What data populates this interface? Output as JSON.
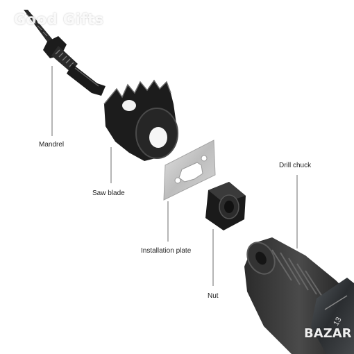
{
  "watermark": "Good Gifts",
  "corner_logo": "BAZAR",
  "labels": {
    "mandrel": "Mandrel",
    "saw_blade": "Saw blade",
    "installation_plate": "Installation plate",
    "nut": "Nut",
    "drill_chuck": "Drill chuck"
  },
  "chuck_number": "13",
  "colors": {
    "background": "#ffffff",
    "metal_dark": "#1b1b1b",
    "plate": "#c9c9c9",
    "leader_line": "#6b6b6b"
  }
}
